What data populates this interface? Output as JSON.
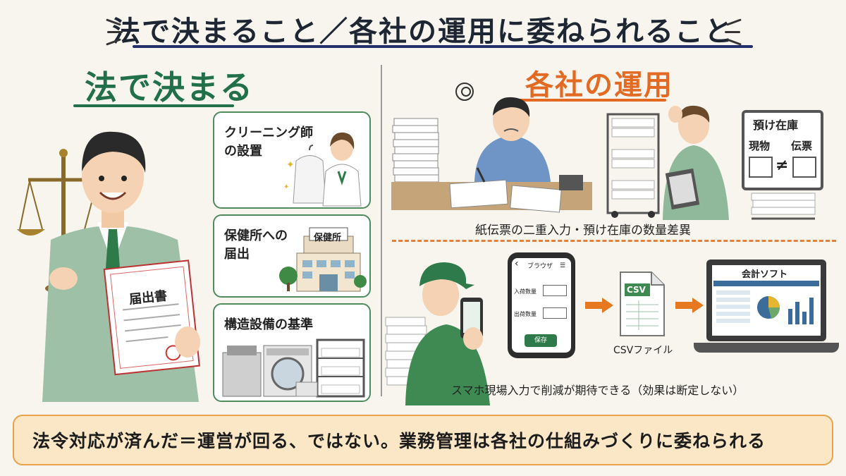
{
  "title": "法で決まること／各社の運用に委ねられること",
  "left": {
    "heading": "法で決まる",
    "document_label": "届出書",
    "cards": [
      {
        "label": "クリーニング師\nの設置"
      },
      {
        "label": "保健所への\n届出",
        "building_sign": "保健所"
      },
      {
        "label": "構造設備の基準"
      }
    ]
  },
  "right": {
    "heading": "各社の運用",
    "board": {
      "title": "預け在庫",
      "left": "現物",
      "neq": "≠",
      "right": "伝票"
    },
    "top_caption": "紙伝票の二重入力・預け在庫の数量差異",
    "phone": {
      "app_title": "ブラウザ",
      "back": "‹",
      "field1": "入荷数量",
      "field2": "出荷数量",
      "save": "保存"
    },
    "csv": {
      "icon_label": "CSV",
      "caption": "CSVファイル"
    },
    "laptop": {
      "title": "会計ソフト"
    },
    "bottom_caption": "スマホ現場入力で削減が期待できる（効果は断定しない）"
  },
  "bottom": {
    "message": "法令対応が済んだ＝運営が回る、ではない。業務管理は各社の仕組みづくりに委ねられる"
  },
  "colors": {
    "green": "#22704a",
    "orange": "#e26a22",
    "navy": "#24306b",
    "banner_bg": "#fbe6c6"
  }
}
